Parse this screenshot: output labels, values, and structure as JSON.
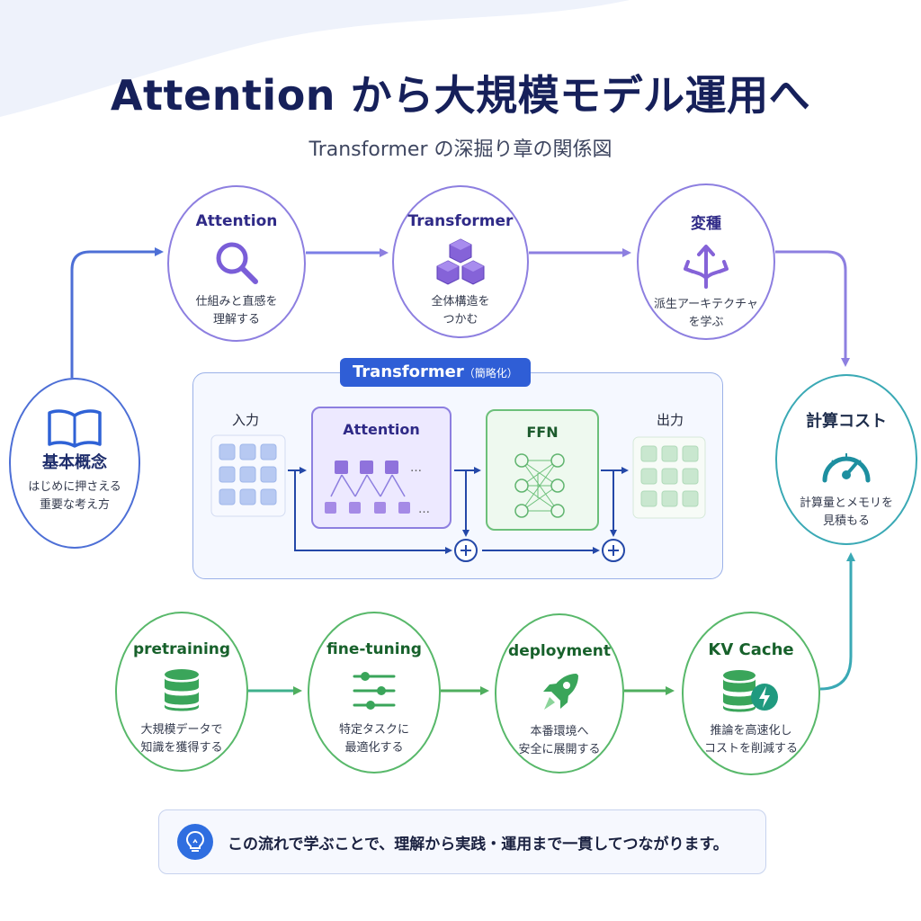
{
  "title": "Attention から大規模モデル運用へ",
  "subtitle": "Transformer の深掘り章の関係図",
  "nodes": {
    "basics": {
      "title": "基本概念",
      "desc": "はじめに押さえる\n重要な考え方",
      "icon": "book-icon"
    },
    "attention": {
      "title": "Attention",
      "desc": "仕組みと直感を\n理解する",
      "icon": "magnifier-icon"
    },
    "transformer": {
      "title": "Transformer",
      "desc": "全体構造を\nつかむ",
      "icon": "cubes-icon"
    },
    "variants": {
      "title": "変種",
      "desc": "派生アーキテクチャ\nを学ぶ",
      "icon": "branch-arrows-icon"
    },
    "compute": {
      "title": "計算コスト",
      "desc": "計算量とメモリを\n見積もる",
      "icon": "gauge-icon"
    },
    "pretraining": {
      "title": "pretraining",
      "desc": "大規模データで\n知識を獲得する",
      "icon": "database-icon"
    },
    "finetuning": {
      "title": "fine-tuning",
      "desc": "特定タスクに\n最適化する",
      "icon": "sliders-icon"
    },
    "deployment": {
      "title": "deployment",
      "desc": "本番環境へ\n安全に展開する",
      "icon": "rocket-icon"
    },
    "kvcache": {
      "title": "KV Cache",
      "desc": "推論を高速化し\nコストを削減する",
      "icon": "database-bolt-icon"
    }
  },
  "panel": {
    "label": "Transformer",
    "label_sub": "（簡略化）",
    "input_label": "入力",
    "output_label": "出力",
    "attention_label": "Attention",
    "ffn_label": "FFN",
    "ellipsis": "…"
  },
  "note": {
    "text": "この流れで学ぶことで、理解から実践・運用まで一貫してつながります。",
    "icon": "lightbulb-icon"
  },
  "colors": {
    "purple": "#8d7fe0",
    "blue": "#4d6fd6",
    "teal": "#3aa9b5",
    "green": "#58b86a",
    "title": "#16205a"
  }
}
